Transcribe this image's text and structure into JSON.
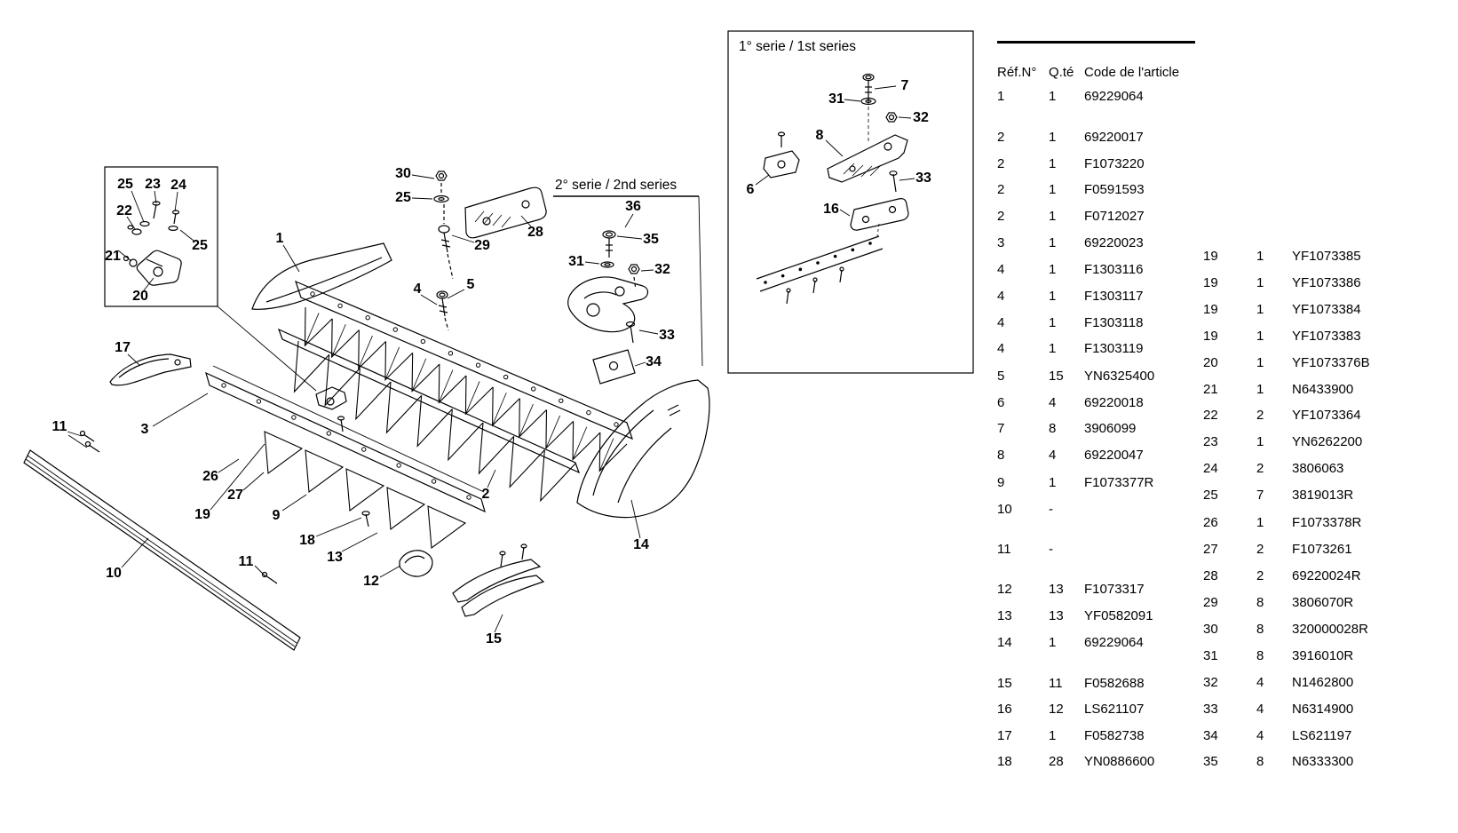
{
  "colors": {
    "ink": "#000000",
    "paper": "#ffffff"
  },
  "series_labels": {
    "first": "1° serie / 1st series",
    "second": "2° serie / 2nd series"
  },
  "callouts": [
    "25",
    "23",
    "24",
    "22",
    "21",
    "25",
    "20",
    "30",
    "25",
    "29",
    "28",
    "1",
    "4",
    "5",
    "36",
    "35",
    "31",
    "32",
    "33",
    "34",
    "17",
    "3",
    "11",
    "26",
    "27",
    "19",
    "9",
    "18",
    "13",
    "12",
    "10",
    "11",
    "15",
    "2",
    "14",
    "31",
    "7",
    "32",
    "8",
    "6",
    "33",
    "16"
  ],
  "table": {
    "headers": [
      "Réf.N°",
      "Q.té",
      "Code de l'article"
    ],
    "left_rows": [
      {
        "ref": "1",
        "qty": "1",
        "code": "69229064"
      },
      {
        "ref": "2",
        "qty": "1",
        "code": "69220017"
      },
      {
        "ref": "2",
        "qty": "1",
        "code": "F1073220"
      },
      {
        "ref": "2",
        "qty": "1",
        "code": "F0591593"
      },
      {
        "ref": "2",
        "qty": "1",
        "code": "F0712027"
      },
      {
        "ref": "3",
        "qty": "1",
        "code": "69220023"
      },
      {
        "ref": "4",
        "qty": "1",
        "code": "F1303116"
      },
      {
        "ref": "4",
        "qty": "1",
        "code": "F1303117"
      },
      {
        "ref": "4",
        "qty": "1",
        "code": "F1303118"
      },
      {
        "ref": "4",
        "qty": "1",
        "code": "F1303119"
      },
      {
        "ref": "5",
        "qty": "15",
        "code": "YN6325400"
      },
      {
        "ref": "6",
        "qty": "4",
        "code": "69220018"
      },
      {
        "ref": "7",
        "qty": "8",
        "code": "3906099"
      },
      {
        "ref": "8",
        "qty": "4",
        "code": "69220047"
      },
      {
        "ref": "9",
        "qty": "1",
        "code": "F1073377R"
      },
      {
        "ref": "10",
        "qty": "-",
        "code": ""
      },
      {
        "ref": "11",
        "qty": "-",
        "code": ""
      },
      {
        "ref": "12",
        "qty": "13",
        "code": "F1073317"
      },
      {
        "ref": "13",
        "qty": "13",
        "code": "YF0582091"
      },
      {
        "ref": "14",
        "qty": "1",
        "code": "69229064"
      },
      {
        "ref": "15",
        "qty": "11",
        "code": "F0582688"
      },
      {
        "ref": "16",
        "qty": "12",
        "code": "LS621107"
      },
      {
        "ref": "17",
        "qty": "1",
        "code": "F0582738"
      },
      {
        "ref": "18",
        "qty": "28",
        "code": "YN0886600"
      }
    ],
    "right_rows": [
      {
        "ref": "19",
        "qty": "1",
        "code": "YF1073385"
      },
      {
        "ref": "19",
        "qty": "1",
        "code": "YF1073386"
      },
      {
        "ref": "19",
        "qty": "1",
        "code": "YF1073384"
      },
      {
        "ref": "19",
        "qty": "1",
        "code": "YF1073383"
      },
      {
        "ref": "20",
        "qty": "1",
        "code": "YF1073376B"
      },
      {
        "ref": "21",
        "qty": "1",
        "code": "N6433900"
      },
      {
        "ref": "22",
        "qty": "2",
        "code": "YF1073364"
      },
      {
        "ref": "23",
        "qty": "1",
        "code": "YN6262200"
      },
      {
        "ref": "24",
        "qty": "2",
        "code": "3806063"
      },
      {
        "ref": "25",
        "qty": "7",
        "code": "3819013R"
      },
      {
        "ref": "26",
        "qty": "1",
        "code": "F1073378R"
      },
      {
        "ref": "27",
        "qty": "2",
        "code": "F1073261"
      },
      {
        "ref": "28",
        "qty": "2",
        "code": "69220024R"
      },
      {
        "ref": "29",
        "qty": "8",
        "code": "3806070R"
      },
      {
        "ref": "30",
        "qty": "8",
        "code": "320000028R"
      },
      {
        "ref": "31",
        "qty": "8",
        "code": "3916010R"
      },
      {
        "ref": "32",
        "qty": "4",
        "code": "N1462800"
      },
      {
        "ref": "33",
        "qty": "4",
        "code": "N6314900"
      },
      {
        "ref": "34",
        "qty": "4",
        "code": "LS621197"
      },
      {
        "ref": "35",
        "qty": "8",
        "code": "N6333300"
      }
    ]
  }
}
